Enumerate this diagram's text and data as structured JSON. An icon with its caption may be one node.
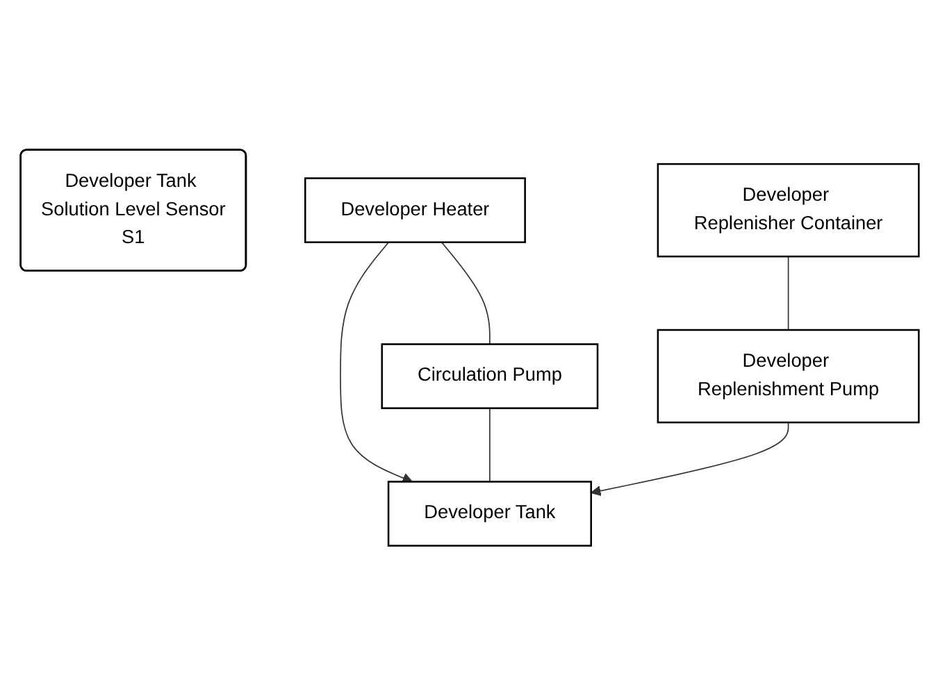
{
  "diagram": {
    "nodes": [
      {
        "text": [
          "Developer Tank"
        ]
      },
      {
        "text": [
          "Developer Tank Solution Level Sensor",
          "S1"
        ]
      },
      {
        "text": [
          "Developer Replenishment Pump"
        ]
      },
      {
        "text": [
          "Developer Heater"
        ]
      },
      {
        "text": [
          "Circulation Pump"
        ]
      },
      {
        "text": [
          "Developer Replenisher Container"
        ]
      }
    ],
    "edges": [
      {
        "from": 3,
        "to": 0,
        "arrow": "to"
      },
      {
        "from": 2,
        "to": 0,
        "arrow": "to"
      },
      {
        "from": 3,
        "to": 4,
        "arrow": "none"
      },
      {
        "from": 4,
        "to": 0,
        "arrow": "none"
      },
      {
        "from": 5,
        "to": 2,
        "arrow": "none"
      }
    ]
  }
}
